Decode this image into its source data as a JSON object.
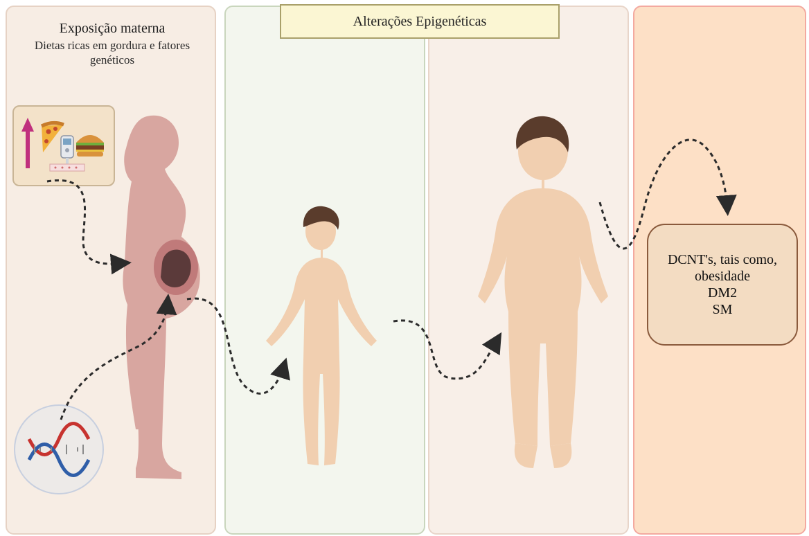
{
  "banner": {
    "title": "Alterações Epigenéticas"
  },
  "exposure": {
    "title": "Exposição materna",
    "subtitle_lines": [
      "Dietas ricas em gordura e fatores",
      "genéticos"
    ]
  },
  "outcome": {
    "lines": [
      "DCNT's, tais como,",
      "obesidade",
      "DM2",
      "SM"
    ]
  },
  "colors": {
    "panel_mother": "#f7ede4",
    "panel_child": "#f3f6ee",
    "panel_obese_child": "#f8efe8",
    "panel_outcome": "#fde0c6",
    "skin": "#f1cfb0",
    "mother_skin": "#d8a6a0",
    "hair": "#5a3c2c",
    "arrow": "#2b2b2b"
  },
  "icons": [
    "up-arrow-icon",
    "pizza-icon",
    "glucometer-icon",
    "burger-icon",
    "dna-icon"
  ]
}
